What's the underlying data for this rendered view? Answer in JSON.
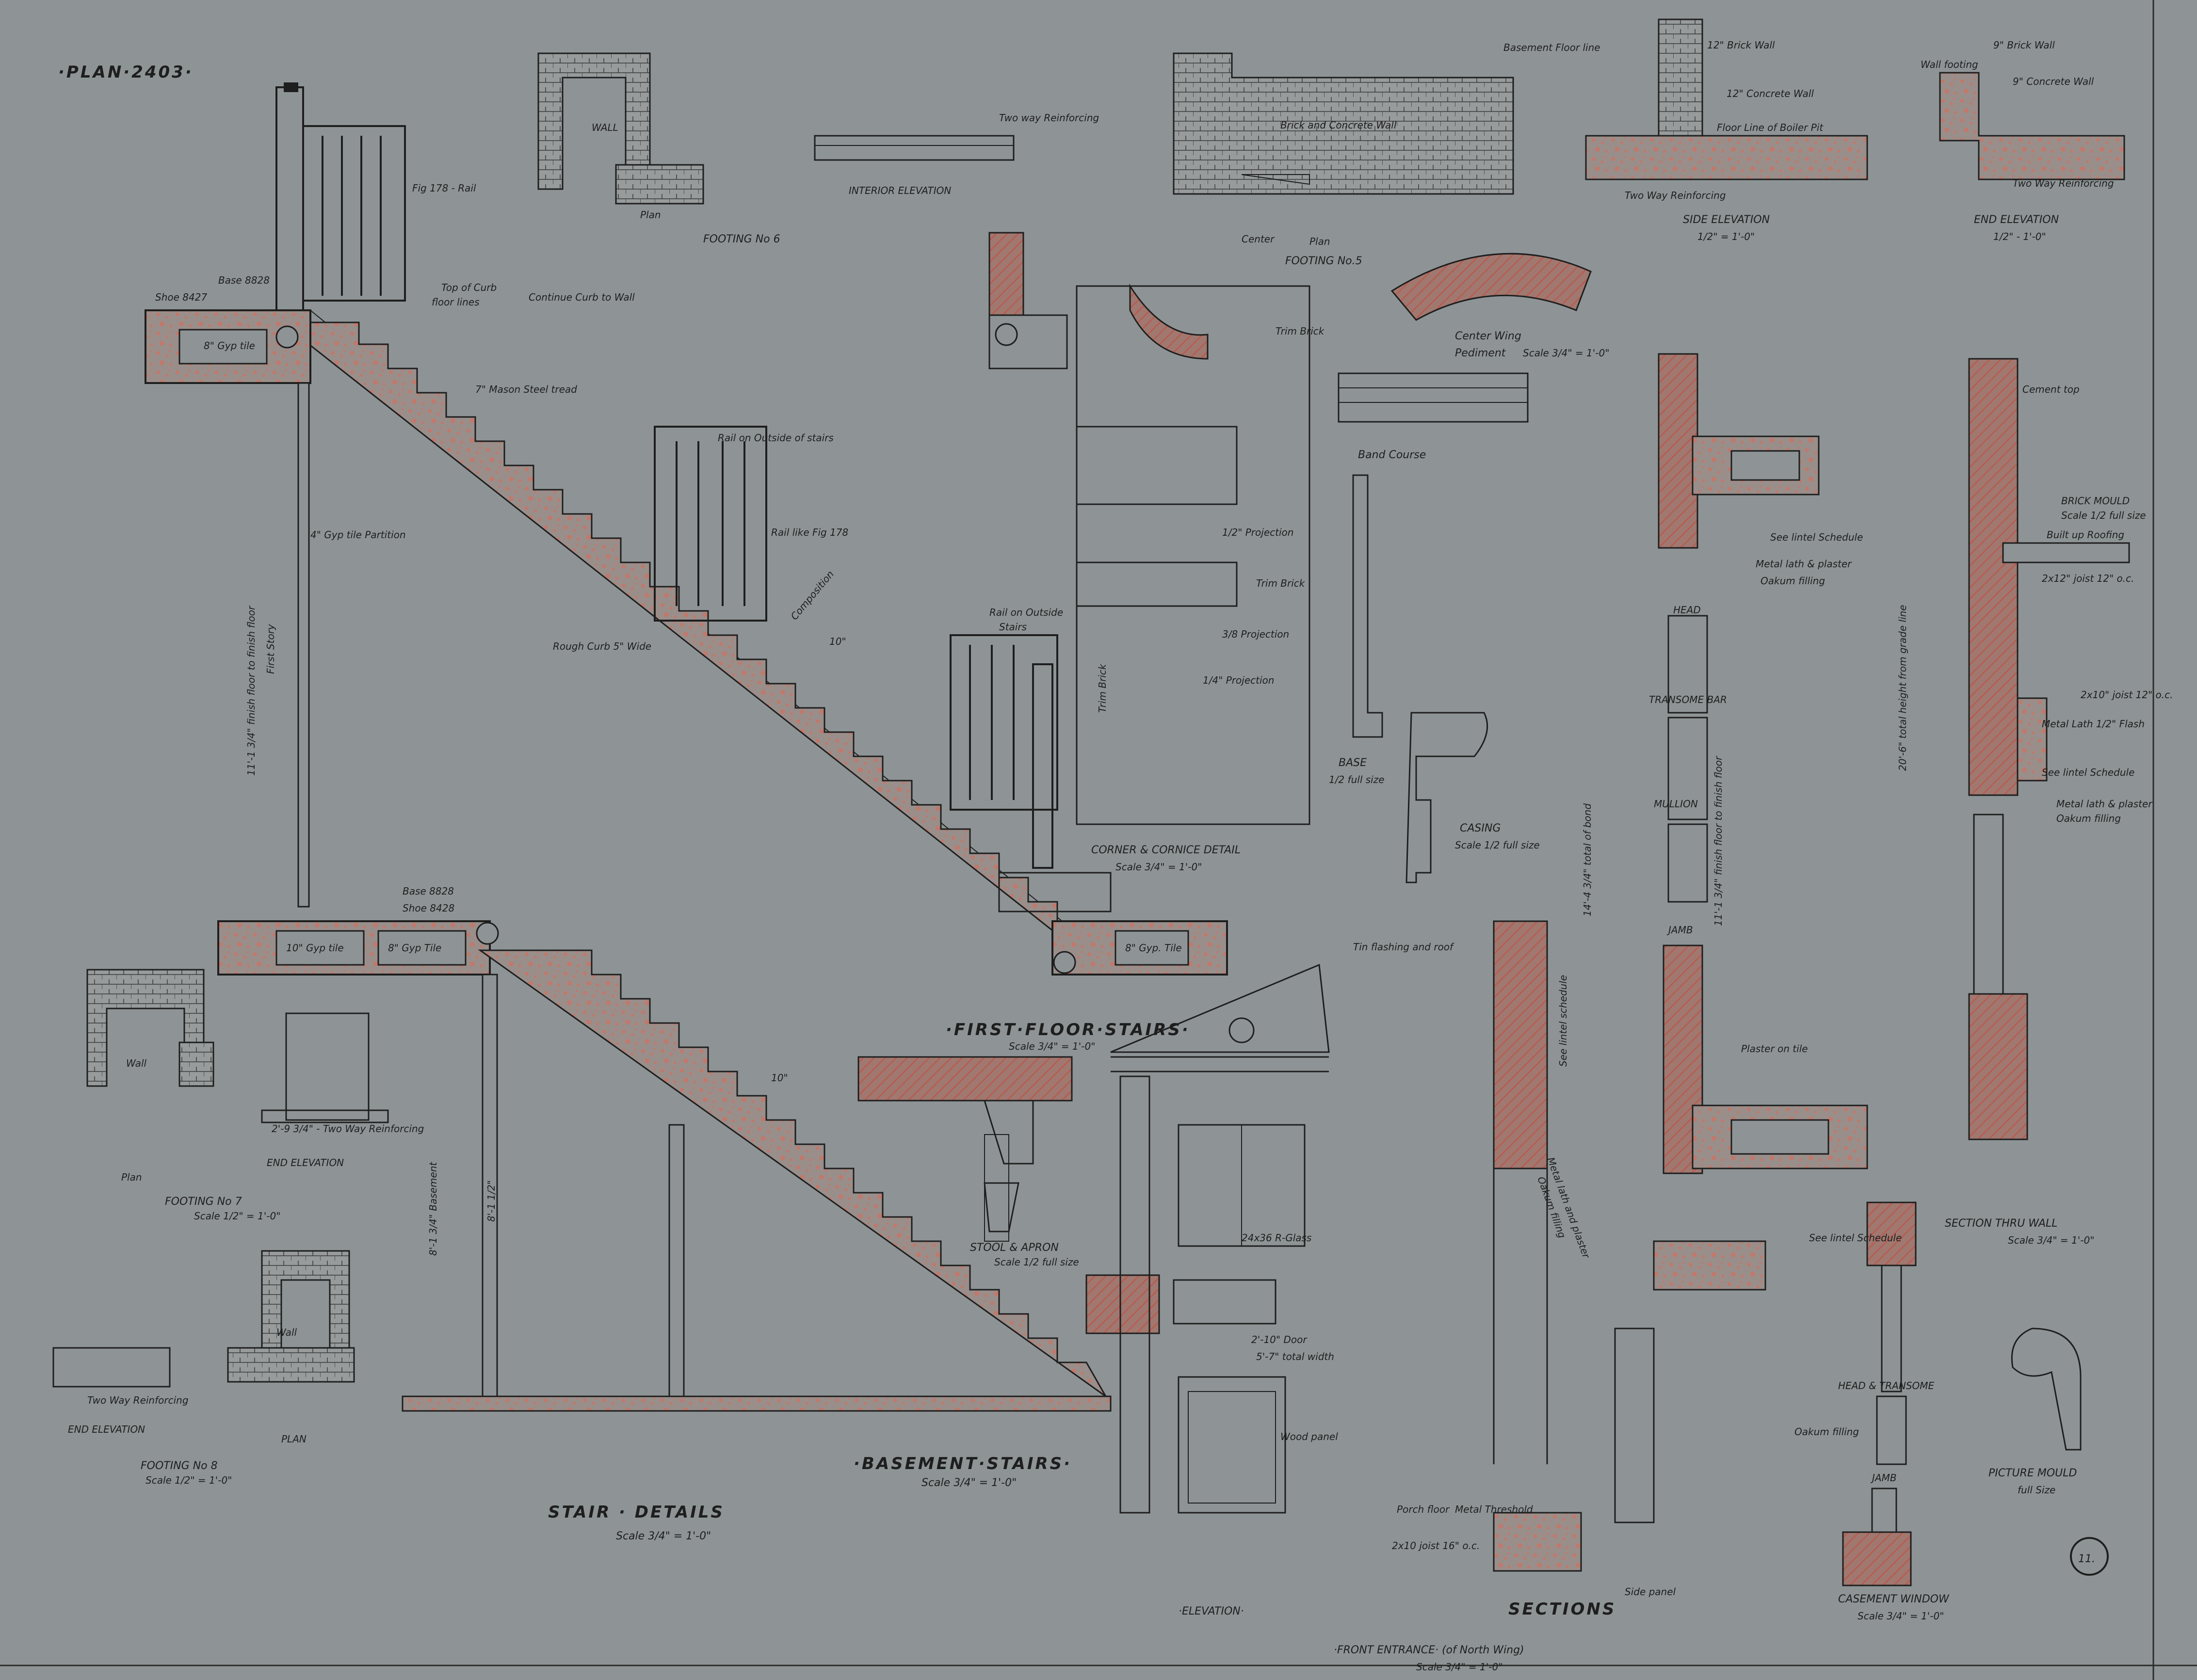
{
  "colors": {
    "paper": "#8e9496",
    "ink": "#1e1e1e",
    "redline": "#b85a4e",
    "fill": "#c0796c"
  },
  "sheet": {
    "plan_no": "·PLAN·2403·",
    "sheet_no": "11."
  },
  "titles": {
    "stair_details": "STAIR · DETAILS",
    "stair_scale": "Scale 3/4\" = 1'-0\"",
    "basement_stairs": "·BASEMENT·STAIRS·",
    "basement_scale": "Scale 3/4\" = 1'-0\"",
    "first_floor_stairs": "·FIRST·FLOOR·STAIRS·",
    "first_floor_scale": "Scale 3/4\" = 1'-0\"",
    "corner_cornice": "CORNER & CORNICE DETAIL",
    "corner_scale": "Scale 3/4\" = 1'-0\"",
    "footing6": "FOOTING No 6",
    "footing5": "FOOTING No.5",
    "footing7": "FOOTING No 7",
    "footing7_scale": "Scale 1/2\" = 1'-0\"",
    "footing8": "FOOTING No 8",
    "footing8_scale": "Scale 1/2\" = 1'-0\"",
    "side_elevation": "SIDE ELEVATION",
    "side_scale": "1/2\" = 1'-0\"",
    "end_elevation": "END ELEVATION",
    "end_scale": "1/2\" - 1'-0\"",
    "center_wing": "Center Wing",
    "pediment": "Pediment",
    "pediment_scale": "Scale 3/4\" = 1'-0\"",
    "band_course": "Band Course",
    "base": "BASE",
    "base_scale": "1/2 full size",
    "casing": "CASING",
    "casing_scale": "Scale 1/2 full size",
    "stool_apron": "STOOL & APRON",
    "stool_scale": "Scale 1/2 full size",
    "elevation": "·ELEVATION·",
    "front_entrance": "·FRONT ENTRANCE· (of North Wing)",
    "front_scale": "Scale 3/4\" = 1'-0\"",
    "sections": "SECTIONS",
    "side_panel": "Side panel",
    "section_wall": "SECTION THRU WALL",
    "section_scale": "Scale 3/4\" = 1'-0\"",
    "casement": "CASEMENT WINDOW",
    "casement_scale": "Scale 3/4\" = 1'-0\"",
    "picture_mould": "PICTURE MOULD",
    "picture_scale": "full Size",
    "brick_mould": "BRICK MOULD",
    "brick_scale": "Scale 1/2 full size",
    "head": "HEAD",
    "transome_bar": "TRANSOME BAR",
    "mullion": "MULLION",
    "jamb": "JAMB",
    "head_transome": "HEAD & TRANSOME",
    "jamb2": "JAMB"
  },
  "labels": {
    "fig178_rail": "Fig 178 - Rail",
    "top_curb": "Top of Curb",
    "floor_lines": "floor lines",
    "continue_curb": "Continue Curb to Wall",
    "mason_tread": "7\" Mason Steel tread",
    "rail_outside": "Rail on Outside of stairs",
    "rail_like": "Rail like Fig 178",
    "rough_curb": "Rough Curb 5\" Wide",
    "composition": "Composition",
    "rail_outside2": "Rail on Outside",
    "stairs": "Stairs",
    "gyp_tile_partition": "4\" Gyp tile Partition",
    "finish_floor": "11'-1 3/4\" finish floor to finish floor",
    "first_story": "First Story",
    "basement_ht": "8'-1 3/4\" Basement",
    "basement_ht2": "8'-1 1/2\"",
    "gyp8": "8\" Gyp tile",
    "gyp10": "10\" Gyp tile",
    "gyp8b": "8\" Gyp Tile",
    "gyp8c": "8\" Gyp. Tile",
    "base8828": "Base 8828",
    "shoe8427": "Shoe 8427",
    "shoe8428": "Shoe 8428",
    "ten_in": "10\"",
    "ten_in2": "10\"",
    "wall": "WALL",
    "plan": "Plan",
    "interior_elev": "INTERIOR ELEVATION",
    "two_way": "Two way Reinforcing",
    "brick_concrete": "Brick and Concrete Wall",
    "footing5_plan": "Plan",
    "center": "Center",
    "basement_floor": "Basement Floor line",
    "brick_wall12": "12\" Brick Wall",
    "concrete_wall12": "12\" Concrete Wall",
    "boiler_pit": "Floor Line of Boiler Pit",
    "brick_wall9": "9\" Brick Wall",
    "concrete_wall9": "9\" Concrete Wall",
    "wall_footing": "Wall footing",
    "two_way2": "Two Way Reinforcing",
    "two_way3": "Two Way Reinforcing",
    "trim_brick": "Trim Brick",
    "trim_brick2": "Trim Brick",
    "trim_brick3": "Trim Brick",
    "proj_half": "1/2\" Projection",
    "proj_38": "3/8 Projection",
    "proj_14": "1/4\" Projection",
    "cement_top": "Cement top",
    "built_up": "Built up Roofing",
    "joist12": "2x12\" joist 12\" o.c.",
    "joist10": "2x10\" joist 12\" o.c.",
    "metal_lath": "Metal Lath 1/2\" Flash",
    "lintel_sched": "See lintel Schedule",
    "lath_plaster": "Metal lath & plaster",
    "oakum": "Oakum filling",
    "plaster_tile": "Plaster on tile",
    "total_ht": "20'-6\" total height from grade line",
    "finish_ht": "11'-1 3/4\" finish floor to finish floor",
    "total_ht2": "14'-4 3/4\" total of bond",
    "see_lintel": "See lintel Schedule",
    "lath_plaster2": "Metal lath & plaster",
    "oakum2": "Oakum filling",
    "metal_lath_plaster": "Metal lath and plaster",
    "tin_flashing": "Tin flashing and roof",
    "door": "2'-10\" Door",
    "total_width": "5'-7\" total width",
    "glass": "24x36 R-Glass",
    "wood_panel": "Wood panel",
    "porch_floor": "Porch floor",
    "metal_threshold": "Metal Threshold",
    "joist16": "2x10 joist 16\" o.c.",
    "lintel_sched3": "See lintel schedule",
    "oakum3": "Oakum filling",
    "oakum4": "Oakum filling",
    "lintel_sched4": "See lintel Schedule",
    "two_way_footing7": "2'-9 3/4\" - Two Way Reinforcing",
    "end_elev7": "END ELEVATION",
    "footing7_plan": "Plan",
    "wall7": "Wall",
    "end_elev8": "END ELEVATION",
    "footing8_plan": "PLAN",
    "wall8": "Wall",
    "two_way8": "Two Way Reinforcing"
  }
}
